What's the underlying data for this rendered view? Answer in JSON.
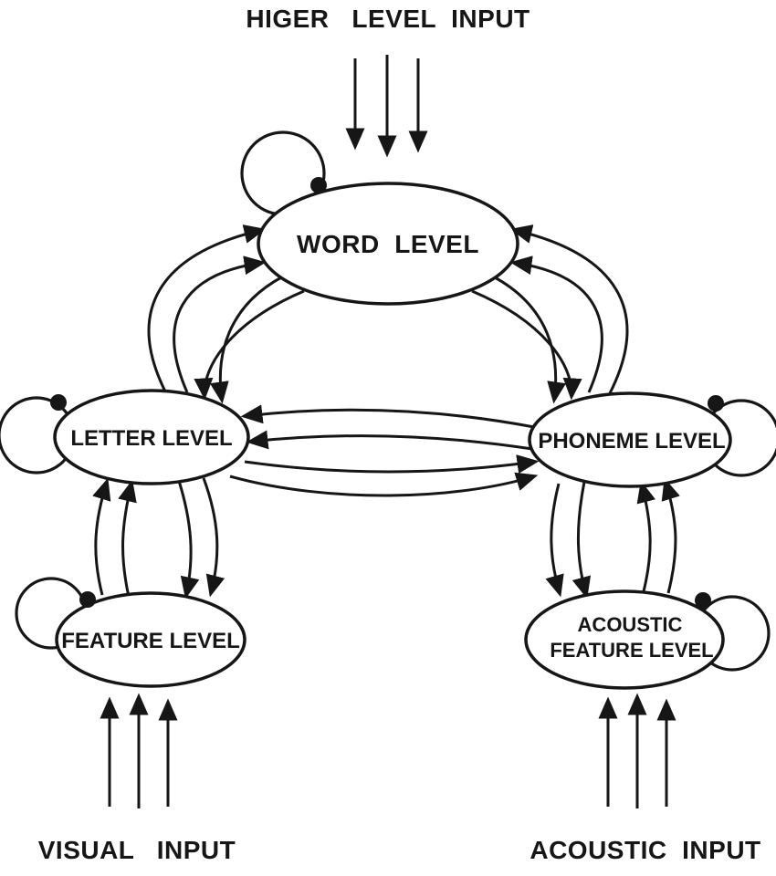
{
  "diagram": {
    "labels": {
      "higher_input": "HIGER   LEVEL  INPUT",
      "visual_input": "VISUAL   INPUT",
      "acoustic_input": "ACOUSTIC  INPUT"
    },
    "nodes": {
      "word": {
        "label": "WORD  LEVEL"
      },
      "letter": {
        "label": "LETTER LEVEL"
      },
      "phoneme": {
        "label": "PHONEME LEVEL"
      },
      "feature": {
        "label": "FEATURE LEVEL"
      },
      "acoustic_feature": {
        "label_line1": "ACOUSTIC",
        "label_line2": "FEATURE LEVEL"
      }
    },
    "edges": [
      {
        "from": "higher-level-input",
        "to": "word",
        "type": "input-arrows",
        "count": 3
      },
      {
        "from": "visual-input",
        "to": "feature",
        "type": "input-arrows",
        "count": 3
      },
      {
        "from": "acoustic-input",
        "to": "acoustic_feature",
        "type": "input-arrows",
        "count": 3
      },
      {
        "from": "word",
        "to": "letter",
        "type": "bidirectional",
        "arrows_each_way": 2
      },
      {
        "from": "word",
        "to": "phoneme",
        "type": "bidirectional",
        "arrows_each_way": 2
      },
      {
        "from": "letter",
        "to": "phoneme",
        "type": "bidirectional",
        "arrows_each_way": 2
      },
      {
        "from": "letter",
        "to": "feature",
        "type": "bidirectional",
        "arrows_each_way": 2
      },
      {
        "from": "phoneme",
        "to": "acoustic_feature",
        "type": "bidirectional",
        "arrows_each_way": 2
      },
      {
        "from": "word",
        "to": "word",
        "type": "self-loop"
      },
      {
        "from": "letter",
        "to": "letter",
        "type": "self-loop"
      },
      {
        "from": "phoneme",
        "to": "phoneme",
        "type": "self-loop"
      },
      {
        "from": "feature",
        "to": "feature",
        "type": "self-loop"
      },
      {
        "from": "acoustic_feature",
        "to": "acoustic_feature",
        "type": "self-loop"
      }
    ],
    "colors": {
      "ink": "#161616",
      "background": "#ffffff"
    }
  }
}
